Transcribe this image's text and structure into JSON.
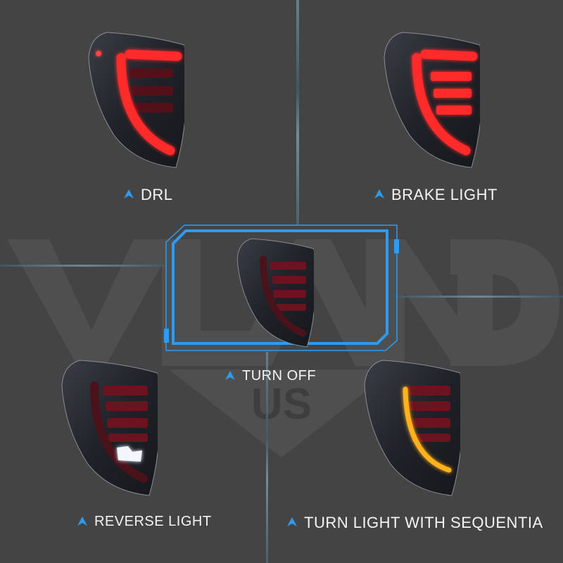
{
  "watermark": {
    "brand": "VLAND",
    "sub": "US"
  },
  "accent_color": "#2f9bf0",
  "panels": [
    {
      "id": "drl",
      "label": "DRL",
      "state": "drl",
      "icon": "chevron-up-icon"
    },
    {
      "id": "brake",
      "label": "BRAKE LIGHT",
      "state": "brake",
      "icon": "chevron-up-icon"
    },
    {
      "id": "off",
      "label": "TURN OFF",
      "state": "off",
      "icon": "chevron-up-icon",
      "highlighted": true
    },
    {
      "id": "reverse",
      "label": "REVERSE LIGHT",
      "state": "reverse",
      "icon": "chevron-up-icon"
    },
    {
      "id": "turn",
      "label": "TURN LIGHT WITH SEQUENTIA",
      "state": "turn-sequential",
      "icon": "chevron-up-icon"
    }
  ],
  "light_colors": {
    "drl_red": "#ff2a2a",
    "off_red": "#6b1420",
    "reverse_white": "#f2f6ff",
    "turn_amber": "#ffb21e"
  }
}
